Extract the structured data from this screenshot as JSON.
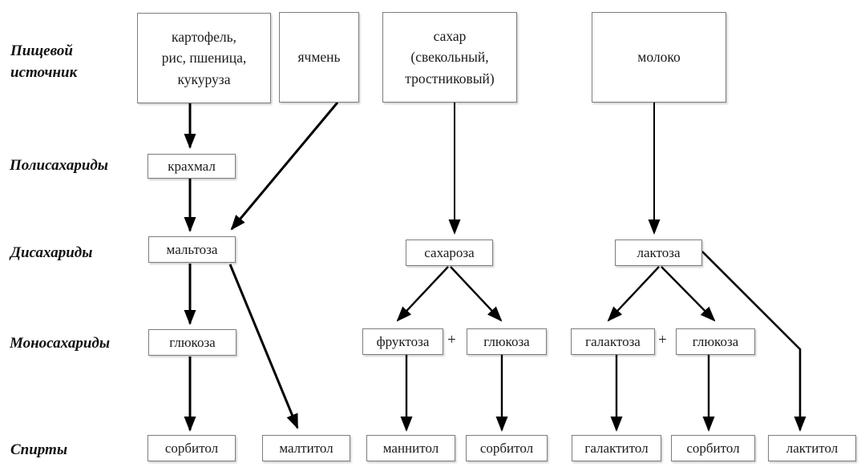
{
  "diagram": {
    "row_labels": [
      {
        "id": "food-source",
        "text": "Пищевой\nисточник"
      },
      {
        "id": "polysaccharides",
        "text": "Полисахариды"
      },
      {
        "id": "disaccharides",
        "text": "Дисахариды"
      },
      {
        "id": "monosaccharides",
        "text": "Моносахариды"
      },
      {
        "id": "alcohols",
        "text": "Спирты"
      }
    ],
    "nodes": [
      {
        "id": "src-starch",
        "label": "картофель,\nрис, пшеница,\nкукуруза"
      },
      {
        "id": "src-barley",
        "label": "ячмень"
      },
      {
        "id": "src-sugar",
        "label": "сахар\n(свекольный,\nтростниковый)"
      },
      {
        "id": "src-milk",
        "label": "молоко"
      },
      {
        "id": "starch",
        "label": "крахмал"
      },
      {
        "id": "maltose",
        "label": "мальтоза"
      },
      {
        "id": "sucrose",
        "label": "сахароза"
      },
      {
        "id": "lactose",
        "label": "лактоза"
      },
      {
        "id": "glucose-1",
        "label": "глюкоза"
      },
      {
        "id": "fructose",
        "label": "фруктоза"
      },
      {
        "id": "glucose-2",
        "label": "глюкоза"
      },
      {
        "id": "galactose",
        "label": "галактоза"
      },
      {
        "id": "glucose-3",
        "label": "глюкоза"
      },
      {
        "id": "sorbitol-1",
        "label": "сорбитол"
      },
      {
        "id": "maltitol",
        "label": "малтитол"
      },
      {
        "id": "mannitol",
        "label": "маннитол"
      },
      {
        "id": "sorbitol-2",
        "label": "сорбитол"
      },
      {
        "id": "galactitol",
        "label": "галактитол"
      },
      {
        "id": "sorbitol-3",
        "label": "сорбитол"
      },
      {
        "id": "lactitol",
        "label": "лактитол"
      }
    ],
    "plus_signs": [
      "+",
      "+"
    ],
    "edges": [
      {
        "from": "src-starch",
        "to": "starch"
      },
      {
        "from": "starch",
        "to": "maltose"
      },
      {
        "from": "src-barley",
        "to": "maltose"
      },
      {
        "from": "maltose",
        "to": "glucose-1"
      },
      {
        "from": "glucose-1",
        "to": "sorbitol-1"
      },
      {
        "from": "maltose",
        "to": "maltitol"
      },
      {
        "from": "src-sugar",
        "to": "sucrose"
      },
      {
        "from": "sucrose",
        "to": "fructose"
      },
      {
        "from": "sucrose",
        "to": "glucose-2"
      },
      {
        "from": "fructose",
        "to": "mannitol"
      },
      {
        "from": "glucose-2",
        "to": "sorbitol-2"
      },
      {
        "from": "src-milk",
        "to": "lactose"
      },
      {
        "from": "lactose",
        "to": "galactose"
      },
      {
        "from": "lactose",
        "to": "glucose-3"
      },
      {
        "from": "galactose",
        "to": "galactitol"
      },
      {
        "from": "glucose-3",
        "to": "sorbitol-3"
      },
      {
        "from": "lactose",
        "to": "lactitol"
      }
    ],
    "colors": {
      "background": "#ffffff",
      "box_border": "#7d7d7d",
      "arrow": "#000000",
      "text": "#1b1b1b"
    }
  }
}
